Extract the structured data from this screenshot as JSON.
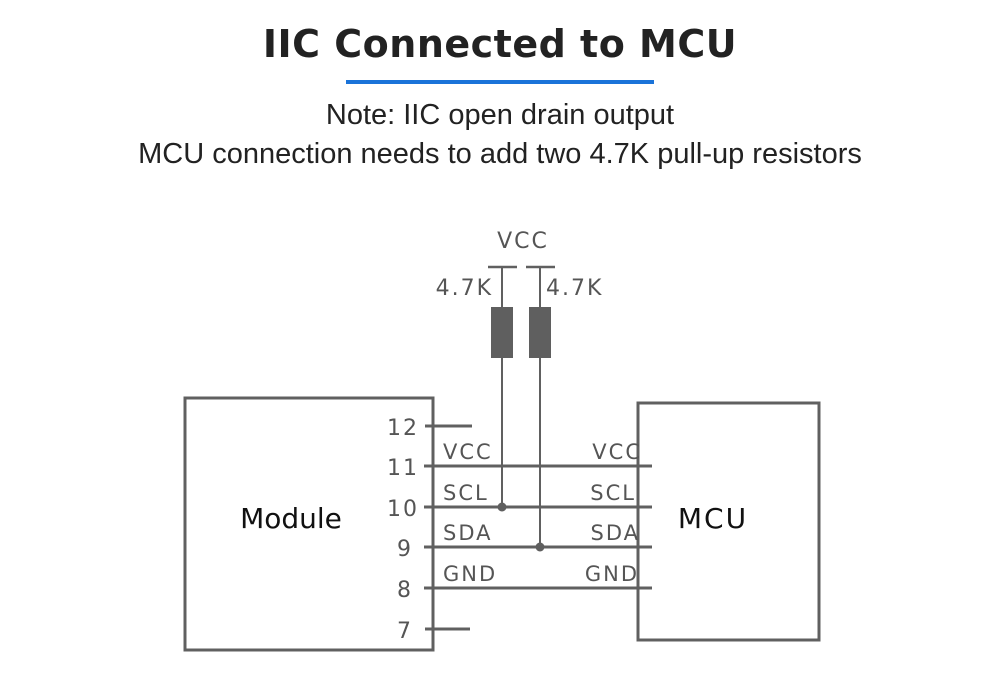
{
  "title": "IIC Connected to MCU",
  "accent_color": "#1a73d9",
  "note_line1": "Note: IIC open drain output",
  "note_line2": "MCU connection needs to add two 4.7K pull-up resistors",
  "schematic": {
    "supply_label": "VCC",
    "resistors": [
      {
        "value": "4.7K",
        "net": "SCL"
      },
      {
        "value": "4.7K",
        "net": "SDA"
      }
    ],
    "module": {
      "label": "Module",
      "pins": [
        {
          "number": "12",
          "signal": ""
        },
        {
          "number": "11",
          "signal": "VCC"
        },
        {
          "number": "10",
          "signal": "SCL"
        },
        {
          "number": "9",
          "signal": "SDA"
        },
        {
          "number": "8",
          "signal": "GND"
        },
        {
          "number": "7",
          "signal": ""
        }
      ]
    },
    "mcu": {
      "label": "MCU",
      "pins": [
        {
          "signal": "VCC"
        },
        {
          "signal": "SCL"
        },
        {
          "signal": "SDA"
        },
        {
          "signal": "GND"
        }
      ]
    }
  }
}
